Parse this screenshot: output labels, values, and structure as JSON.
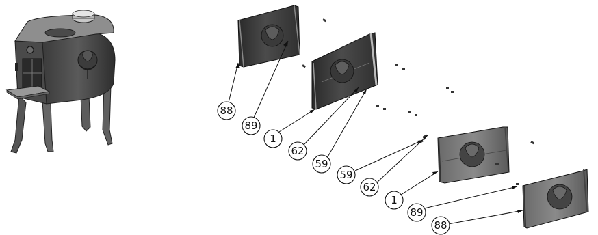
{
  "diagram": {
    "callouts": [
      {
        "id": "c88a",
        "label": "88"
      },
      {
        "id": "c89a",
        "label": "89"
      },
      {
        "id": "c1a",
        "label": "1"
      },
      {
        "id": "c62a",
        "label": "62"
      },
      {
        "id": "c59a",
        "label": "59"
      },
      {
        "id": "c59b",
        "label": "59"
      },
      {
        "id": "c62b",
        "label": "62"
      },
      {
        "id": "c1b",
        "label": "1"
      },
      {
        "id": "c89b",
        "label": "89"
      },
      {
        "id": "c88b",
        "label": "88"
      }
    ]
  }
}
